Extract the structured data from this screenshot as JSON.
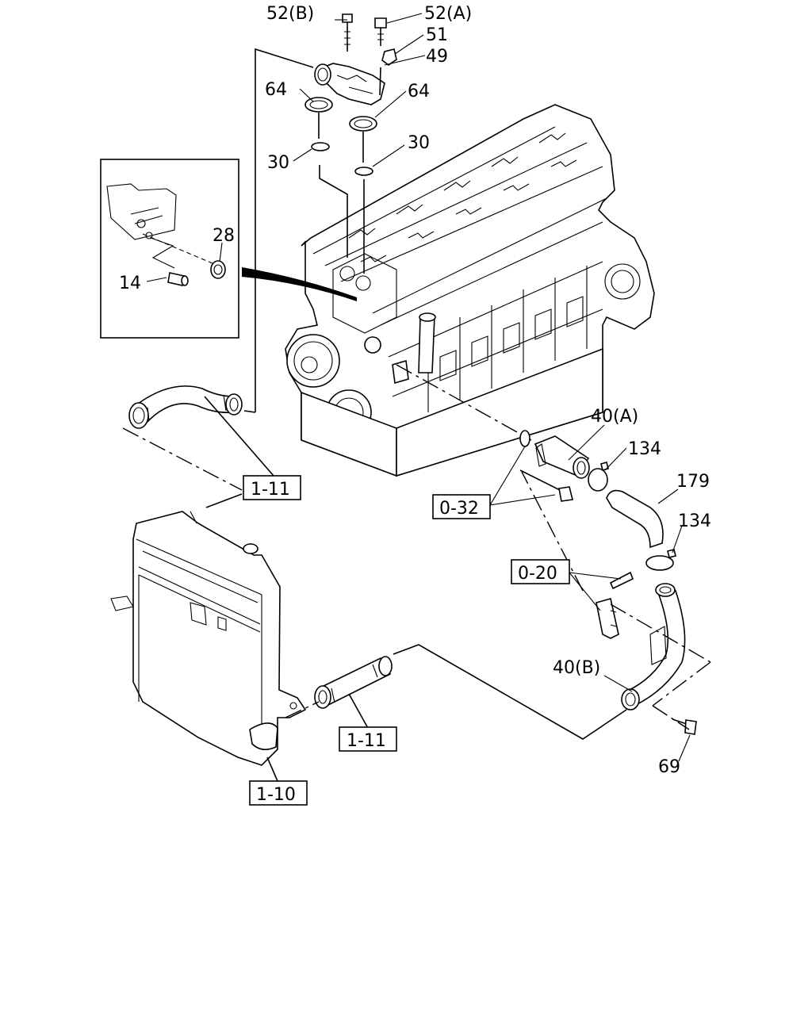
{
  "labels": {
    "p52b": "52(B)",
    "p52a": "52(A)",
    "p51": "51",
    "p49": "49",
    "p64_left": "64",
    "p64_right": "64",
    "p30_left": "30",
    "p30_right": "30",
    "p28": "28",
    "p14": "14",
    "p40a": "40(A)",
    "p134_top": "134",
    "p179": "179",
    "p134_bottom": "134",
    "p40b": "40(B)",
    "p69": "69"
  },
  "references": {
    "ref_1_11_top": "1-11",
    "ref_0_32": "0-32",
    "ref_0_20": "0-20",
    "ref_1_11_bottom": "1-11",
    "ref_1_10": "1-10"
  }
}
